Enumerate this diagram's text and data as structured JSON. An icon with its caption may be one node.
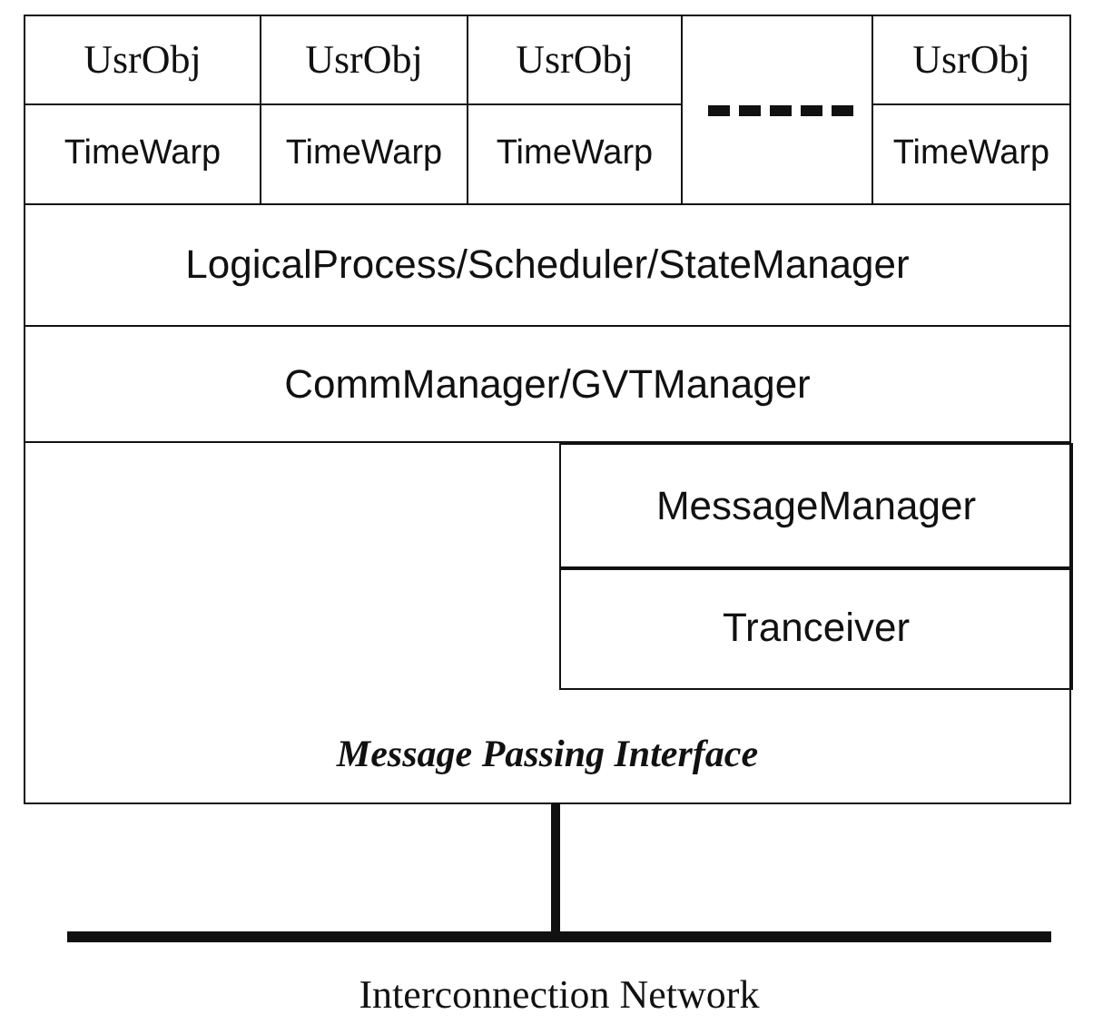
{
  "diagram": {
    "nodes": [
      {
        "text": [
          "UsrObj"
        ]
      },
      {
        "text": [
          "UsrObj"
        ]
      },
      {
        "text": [
          "UsrObj"
        ]
      },
      {
        "text": [],
        "shape": "box"
      },
      {
        "text": [
          "UsrObj"
        ]
      },
      {
        "text": [
          "TimeWarp"
        ]
      },
      {
        "text": [
          "TimeWarp"
        ]
      },
      {
        "text": [
          "TimeWarp"
        ]
      },
      {
        "text": [
          "TimeWarp"
        ]
      },
      {
        "text": [
          "LogicalProcess/Scheduler/StateManager"
        ]
      },
      {
        "text": [
          "CommManager/GVTManager"
        ]
      },
      {
        "text": [
          "Message Passing Interface"
        ]
      },
      {
        "text": [
          "MessageManager"
        ],
        "in": 11
      },
      {
        "text": [
          "Tranceiver"
        ],
        "in": 11
      },
      {
        "text": [
          "Interconnection Network"
        ]
      }
    ],
    "edges": [
      {
        "from": 11,
        "to": 14,
        "arrow": "none"
      }
    ]
  }
}
